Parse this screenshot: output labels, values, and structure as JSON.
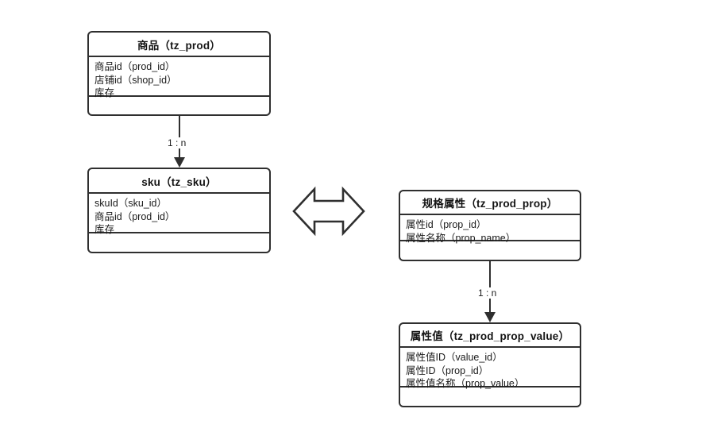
{
  "diagram": {
    "title": "",
    "background_color": "#ffffff",
    "stroke_color": "#2f2f2f",
    "text_color": "#1a1a1a"
  },
  "entities": [
    {
      "id": "tz_prod",
      "header": "商品（tz_prod）",
      "attributes": [
        "商品id（prod_id）",
        "店铺id（shop_id）",
        "库存"
      ]
    },
    {
      "id": "tz_sku",
      "header": "sku（tz_sku）",
      "attributes": [
        "skuId（sku_id）",
        "商品id（prod_id）",
        "库存"
      ]
    },
    {
      "id": "tz_prod_prop",
      "header": "规格属性（tz_prod_prop）",
      "attributes": [
        "属性id（prop_id）",
        "属性名称（prop_name）"
      ]
    },
    {
      "id": "tz_prod_prop_value",
      "header": "属性值（tz_prod_prop_value）",
      "attributes": [
        "属性值ID（value_id）",
        "属性ID（prop_id）",
        "属性值名称（prop_value）"
      ]
    }
  ],
  "relations": [
    {
      "id": "prod-to-sku",
      "label": "1 : n",
      "from": "tz_prod",
      "to": "tz_sku",
      "style": "vertical-arrow-down"
    },
    {
      "id": "prop-to-prop-value",
      "label": "1 : n",
      "from": "tz_prod_prop",
      "to": "tz_prod_prop_value",
      "style": "vertical-arrow-down"
    },
    {
      "id": "sku-to-prop",
      "label": "",
      "from": "tz_sku",
      "to": "tz_prod_prop",
      "style": "double-headed-block-arrow"
    }
  ]
}
